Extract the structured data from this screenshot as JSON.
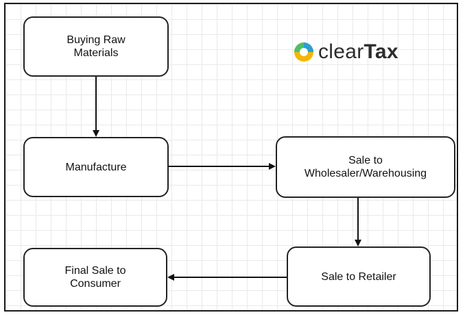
{
  "logo": {
    "part1": "clear",
    "part2": "Tax"
  },
  "nodes": {
    "buying": "Buying Raw\nMaterials",
    "manufacture": "Manufacture",
    "wholesaler": "Sale to\nWholesaler/Warehousing",
    "retailer": "Sale to Retailer",
    "consumer": "Final Sale to\nConsumer"
  },
  "edges": [
    {
      "from": "buying",
      "to": "manufacture"
    },
    {
      "from": "manufacture",
      "to": "wholesaler"
    },
    {
      "from": "wholesaler",
      "to": "retailer"
    },
    {
      "from": "retailer",
      "to": "consumer"
    }
  ]
}
